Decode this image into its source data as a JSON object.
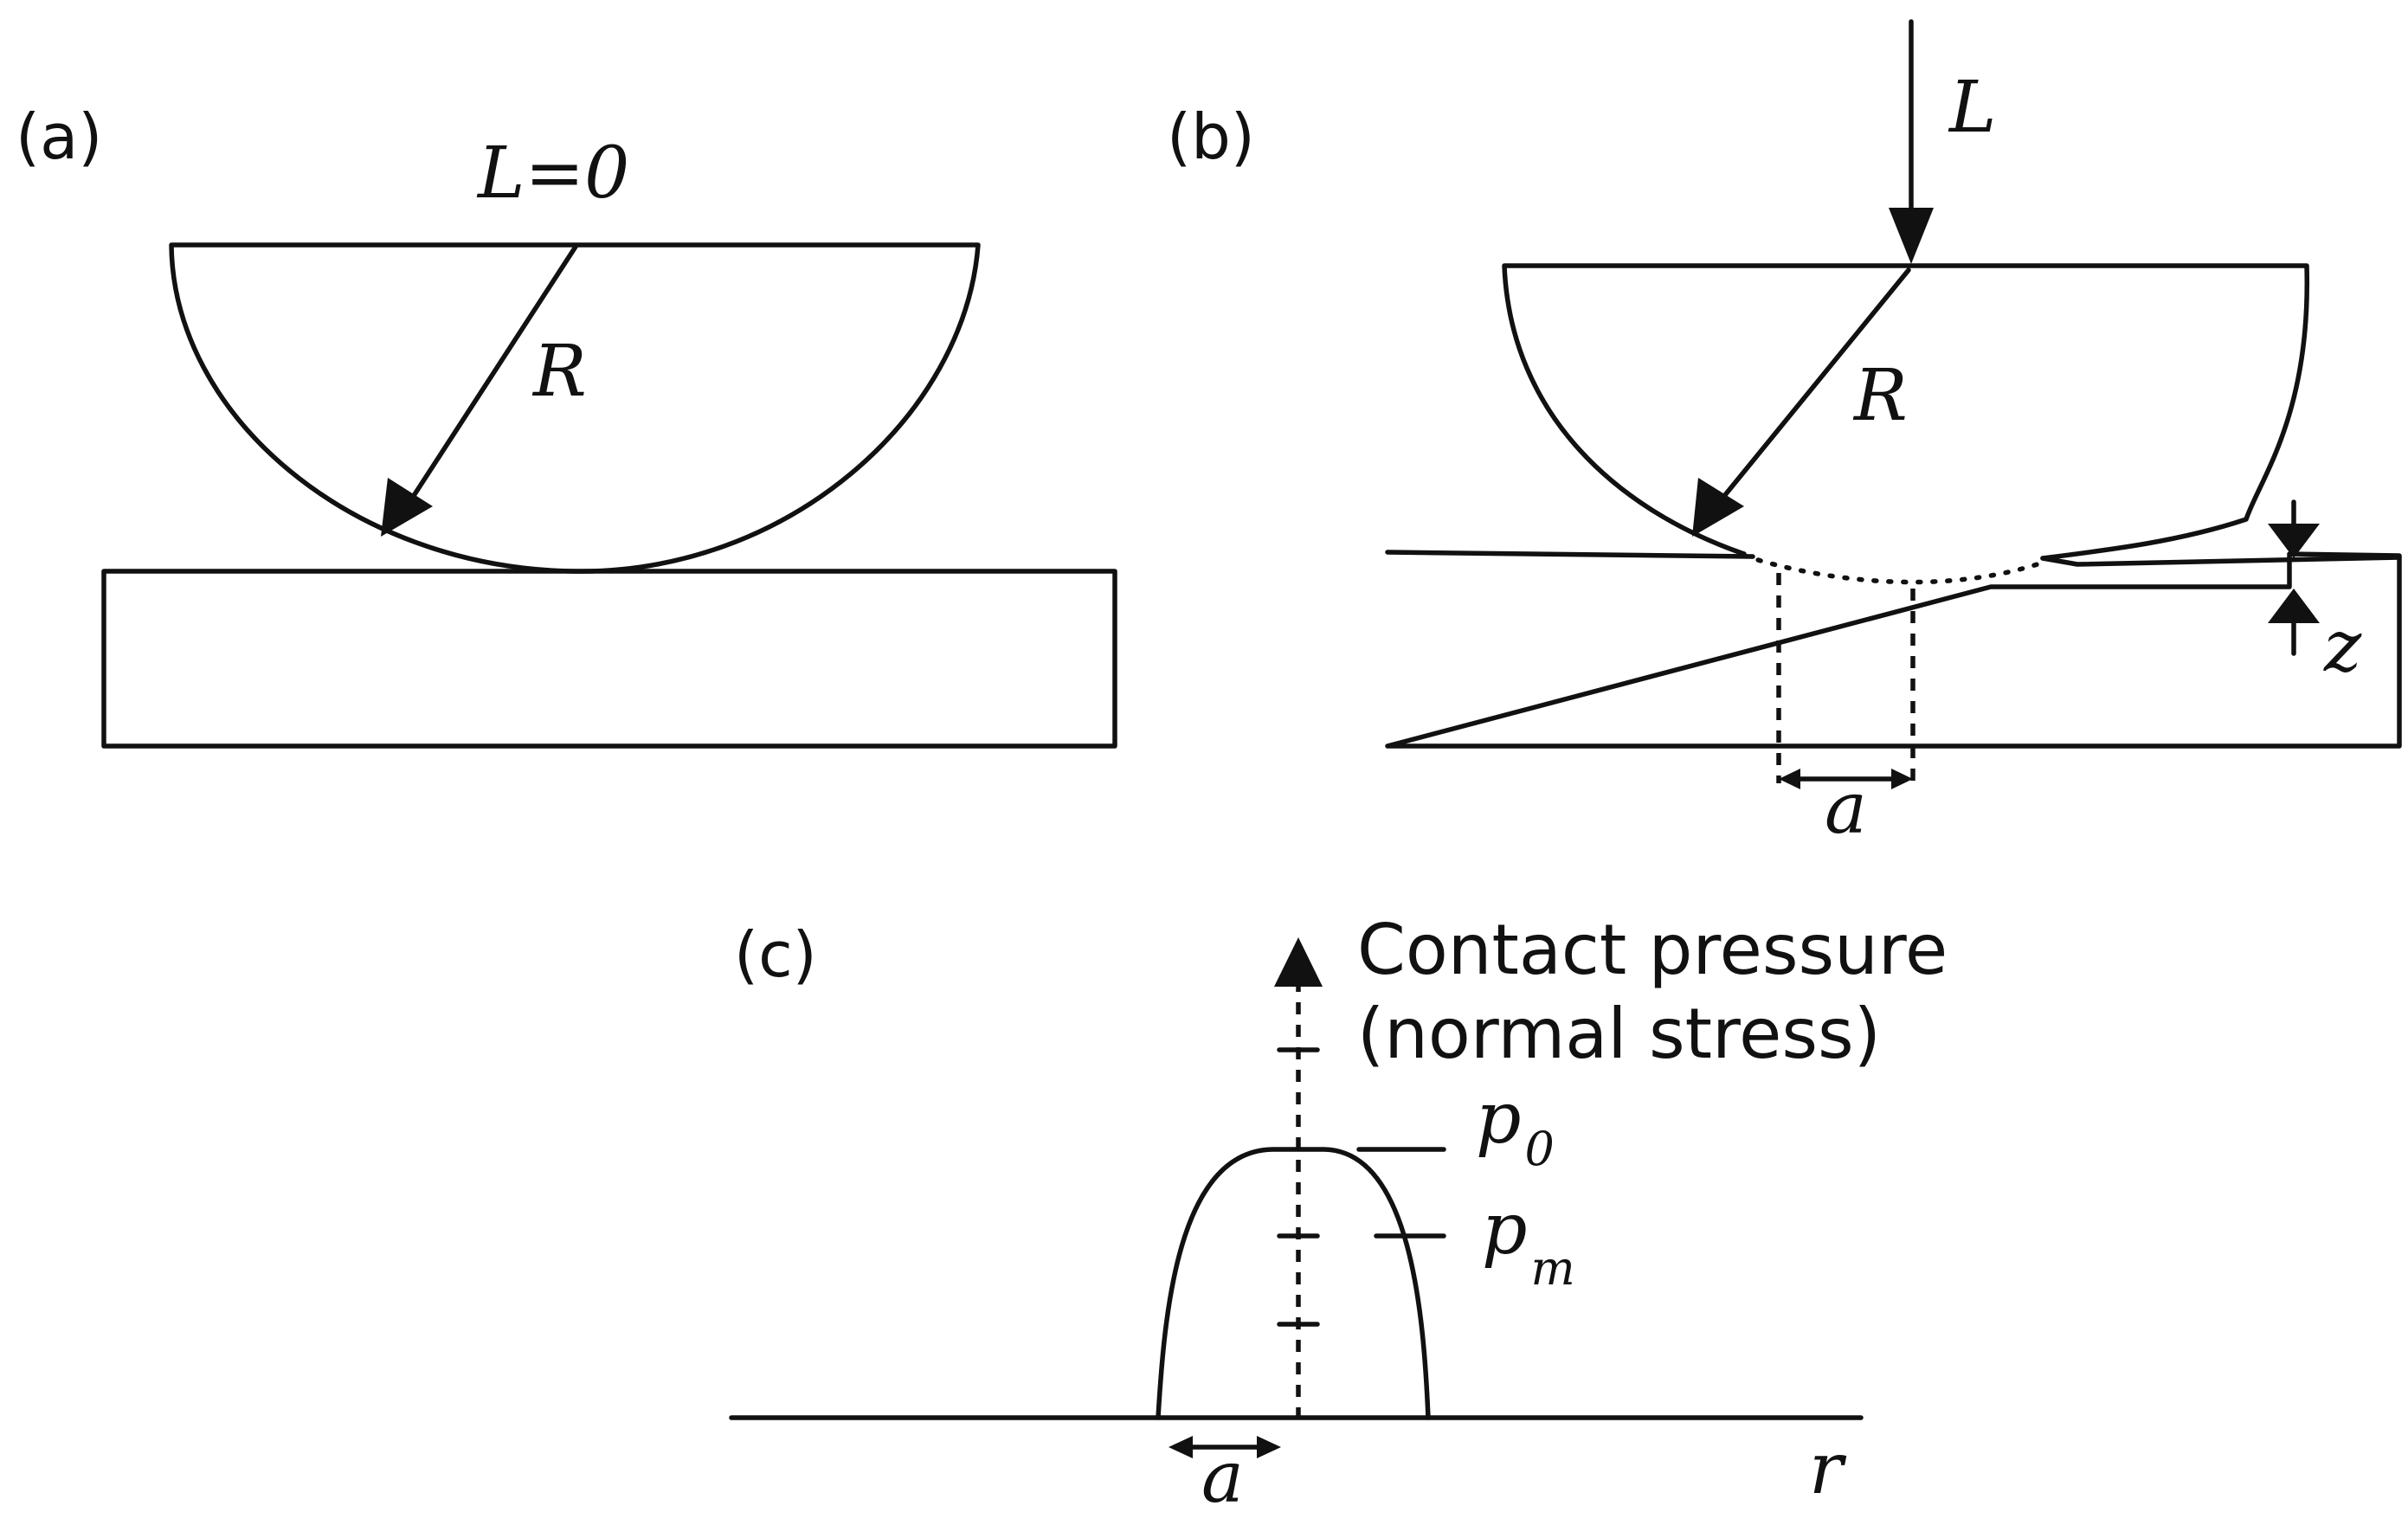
{
  "panels": {
    "a": {
      "panel_label": "(a)",
      "load_label": "L=0",
      "radius_label": "R"
    },
    "b": {
      "panel_label": "(b)",
      "load_label": "L",
      "radius_label": "R",
      "contact_label": "a",
      "depth_label": "z"
    },
    "c": {
      "panel_label": "(c)",
      "axis_title_line1": "Contact pressure",
      "axis_title_line2": "(normal stress)",
      "p0_main": "p",
      "p0_sub": "0",
      "pm_main": "p",
      "pm_sub": "m",
      "contact_label": "a",
      "r_label": "r"
    }
  },
  "colors": {
    "ink": "#111111",
    "background": "#ffffff"
  }
}
